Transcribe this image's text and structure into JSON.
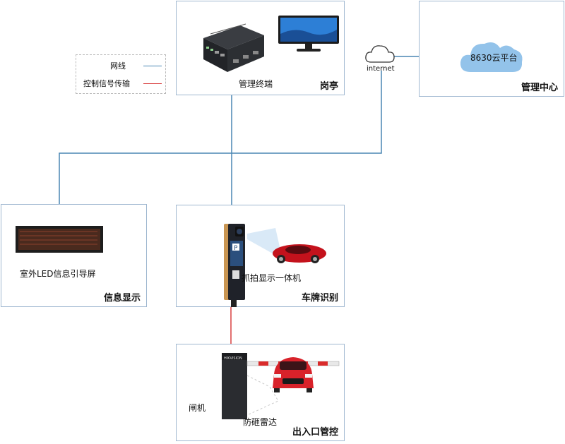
{
  "legend": {
    "network_label": "网线",
    "network_color": "#4a86b4",
    "control_label": "控制信号传输",
    "control_color": "#d94040"
  },
  "boxes": {
    "guard_booth": {
      "title": "岗亭",
      "device_label": "管理终端"
    },
    "management_center": {
      "title": "管理中心",
      "cloud_label": "8630云平台"
    },
    "internet": {
      "label": "internet"
    },
    "info_display": {
      "title": "信息显示",
      "device_label": "室外LED信息引导屏"
    },
    "plate_recognition": {
      "title": "车牌识别",
      "device_label": "抓拍显示一体机"
    },
    "entrance_control": {
      "title": "出入口管控",
      "gate_label": "闸机",
      "radar_label": "防砸雷达",
      "brand": "HIKVISION"
    }
  }
}
